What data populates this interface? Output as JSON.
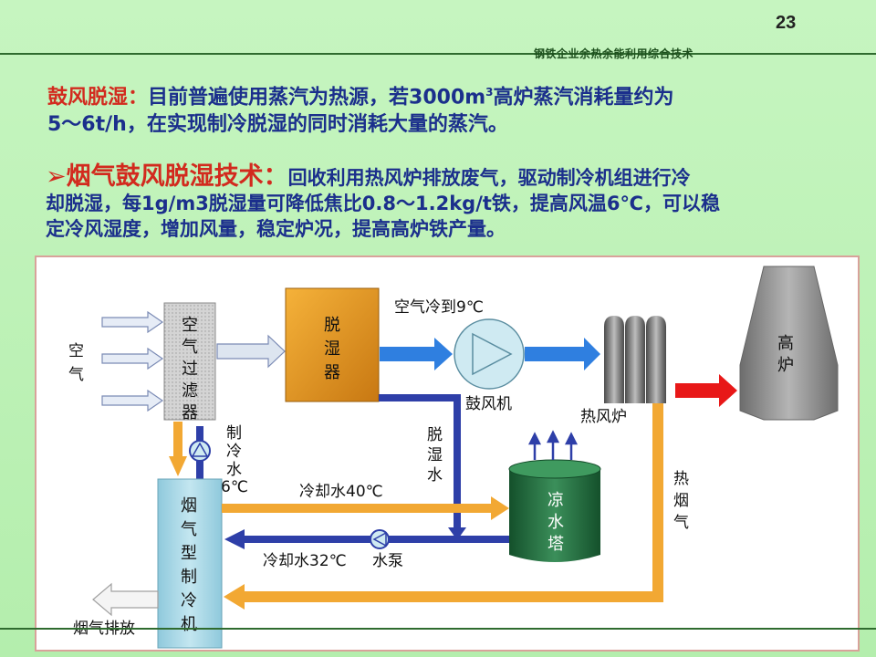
{
  "slide": {
    "page_number": "23",
    "company_line": "钢铁企业余热余能利用综合技术"
  },
  "paragraph1": {
    "heading": "鼓风脱湿：",
    "line1_a": "目前普遍使用蒸汽为热源，若3000m",
    "sup": "3",
    "line1_b": "高炉蒸汽消耗量约为",
    "line2": "5～6t/h，在实现制冷脱湿的同时消耗大量的蒸汽。"
  },
  "paragraph2": {
    "bullet": "➢",
    "heading": "烟气鼓风脱湿技术：",
    "line1": "回收利用热风炉排放废气，驱动制冷机组进行冷",
    "line2": "却脱湿，每1g/m3脱湿量可降低焦比0.8～1.2kg/t铁，提高风温6℃，可以稳",
    "line3": "定冷风湿度，增加风量，稳定炉况，提高高炉铁产量。"
  },
  "diagram": {
    "air_chars": [
      "空",
      "气"
    ],
    "filter_chars": [
      "空",
      "气",
      "过",
      "滤",
      "器"
    ],
    "dehumidifier_chars": [
      "脱",
      "湿",
      "器"
    ],
    "air_cooled_label": "空气冷到9℃",
    "blower_label": "鼓风机",
    "hot_stove_label": "热风炉",
    "furnace_chars": [
      "高",
      "炉"
    ],
    "chilled_water_chars": [
      "制",
      "冷",
      "水",
      "6℃"
    ],
    "dehum_water_chars": [
      "脱",
      "湿",
      "水"
    ],
    "cooling_tower_chars": [
      "凉",
      "水",
      "塔"
    ],
    "hot_flue_chars": [
      "热",
      "烟",
      "气"
    ],
    "chiller_chars": [
      "烟",
      "气",
      "型",
      "制",
      "冷",
      "机"
    ],
    "cooling_water_40": "冷却水40℃",
    "cooling_water_32": "冷却水32℃",
    "water_pump_label": "水泵",
    "flue_exhaust_label": "烟气排放",
    "colors": {
      "filter": "#c8c8c8",
      "dehumidifier": "#e8a020",
      "chiller": "#a6d7e6",
      "tower": "#1f6b3c",
      "furnace": "#8a8a8a",
      "air_arrow": "#2f7fe0",
      "orange_pipe": "#f2a833",
      "blue_pipe": "#2e3fa8",
      "red_arrow": "#e81818"
    }
  }
}
